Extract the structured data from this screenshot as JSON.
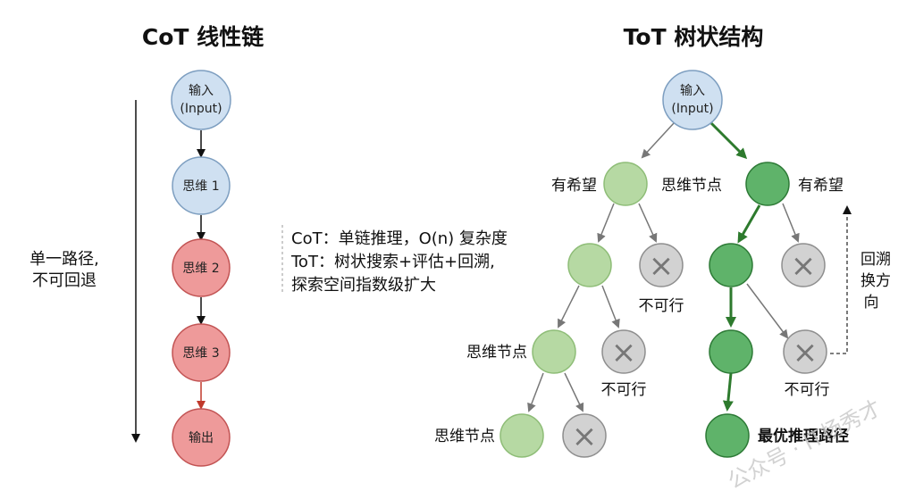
{
  "cot": {
    "title": "CoT 线性链",
    "side_label_line1": "单一路径,",
    "side_label_line2": "不可回退",
    "nodes": [
      {
        "line1": "输入",
        "line2": "(Input)"
      },
      {
        "line1": "思维 1"
      },
      {
        "line1": "思维 2"
      },
      {
        "line1": "思维 3"
      },
      {
        "line1": "输出"
      }
    ]
  },
  "comparison": {
    "line1": "CoT：单链推理，O(n) 复杂度",
    "line2": "ToT：树状搜索+评估+回溯,",
    "line3": "探索空间指数级扩大"
  },
  "tot": {
    "title": "ToT 树状结构",
    "root": {
      "line1": "输入",
      "line2": "(Input)"
    },
    "labels": {
      "promising_left": "有希望",
      "thought_node_top": "思维节点",
      "promising_right": "有希望",
      "not_viable_1": "不可行",
      "thought_node_mid": "思维节点",
      "not_viable_2": "不可行",
      "not_viable_3": "不可行",
      "thought_node_bottom": "思维节点",
      "best_path": "最优推理路径",
      "backtrack_line1": "回溯",
      "backtrack_line2": "换方",
      "backtrack_line3": "向"
    },
    "dead_end_mark": "×"
  },
  "watermark": "公众号 · IT杨秀才",
  "colors": {
    "blue_fill": "#cfe0f1",
    "blue_stroke": "#7d9ec0",
    "red_fill": "#ee9a9a",
    "red_stroke": "#c25353",
    "light_green_fill": "#b6d9a3",
    "light_green_stroke": "#8ebd77",
    "dark_green_fill": "#5fb36a",
    "dark_green_stroke": "#2d7a36",
    "gray_fill": "#d2d2d2",
    "gray_stroke": "#8e8e8e",
    "best_path_line": "#2d7a2d"
  }
}
